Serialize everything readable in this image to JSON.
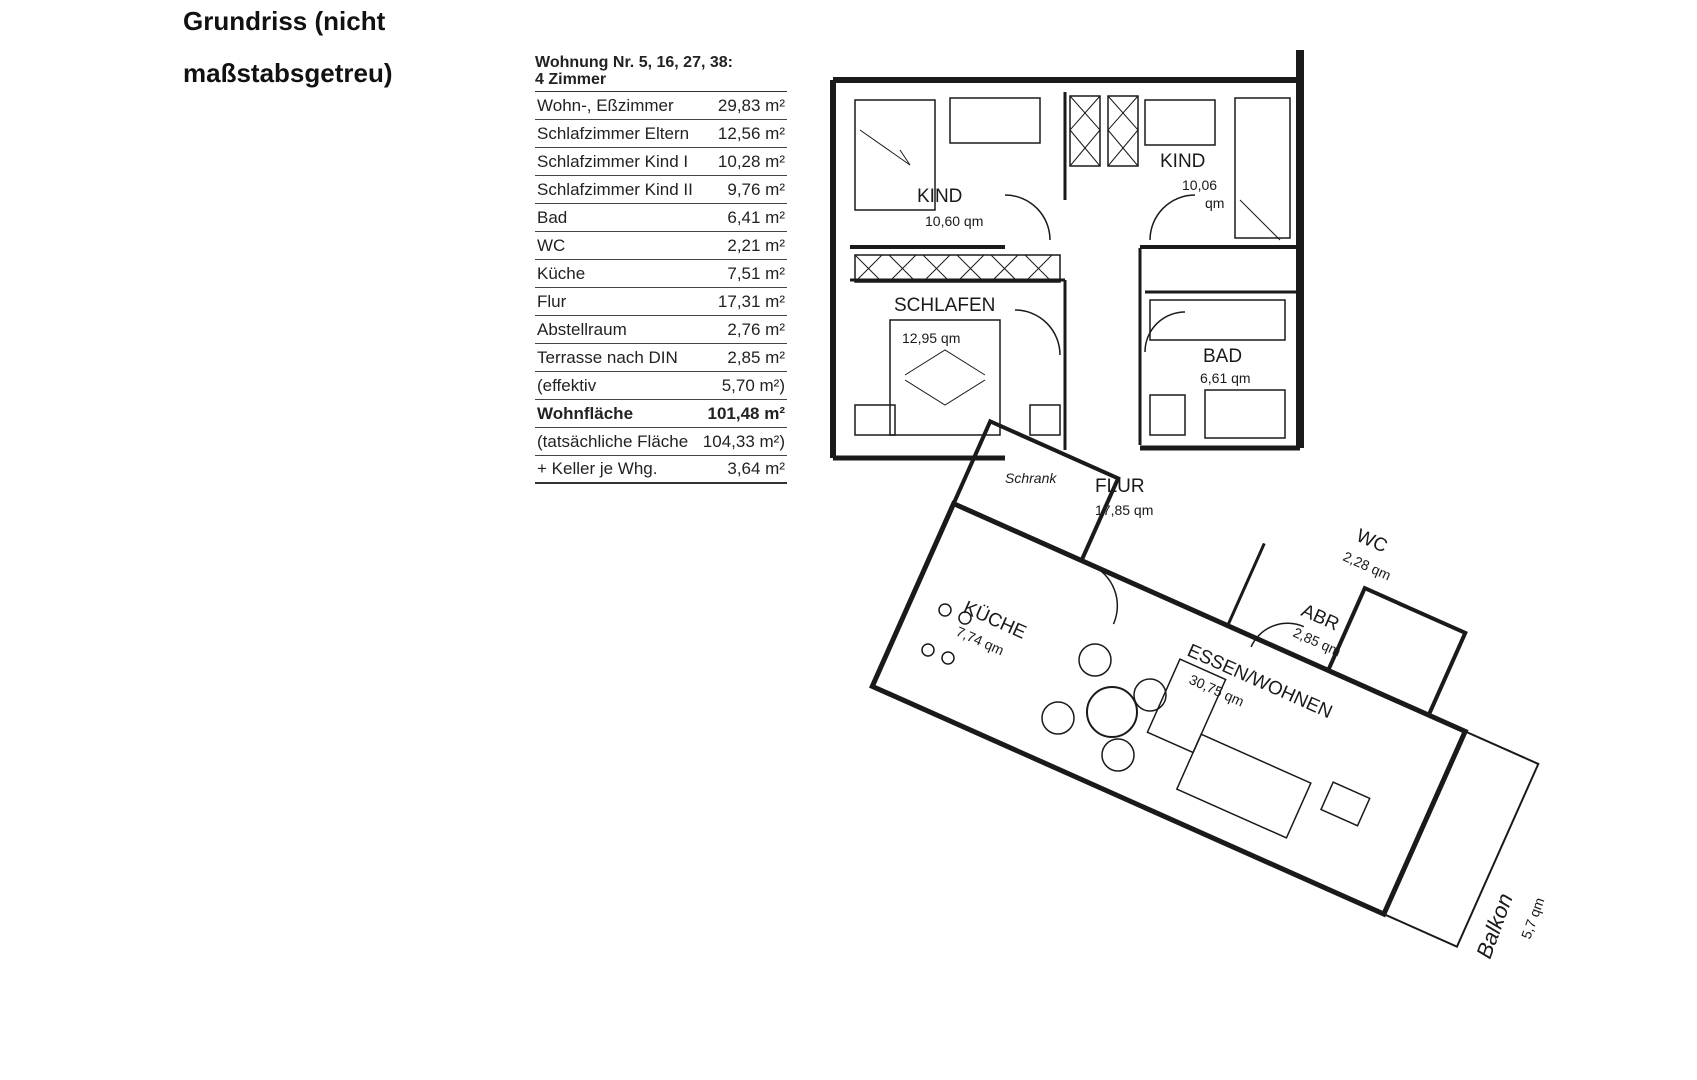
{
  "title_line1": "Grundriss (nicht",
  "title_line2": "maßstabsgetreu)",
  "table": {
    "heading_line1": "Wohnung Nr. 5, 16, 27, 38:",
    "heading_line2": "4 Zimmer",
    "rows": [
      {
        "label": "Wohn-, Eßzimmer",
        "value": "29,83 m²"
      },
      {
        "label": "Schlafzimmer Eltern",
        "value": "12,56 m²"
      },
      {
        "label": "Schlafzimmer Kind I",
        "value": "10,28 m²"
      },
      {
        "label": "Schlafzimmer Kind II",
        "value": "9,76 m²"
      },
      {
        "label": "Bad",
        "value": "6,41 m²"
      },
      {
        "label": "WC",
        "value": "2,21 m²"
      },
      {
        "label": "Küche",
        "value": "7,51 m²"
      },
      {
        "label": "Flur",
        "value": "17,31 m²"
      },
      {
        "label": "Abstellraum",
        "value": "2,76 m²"
      },
      {
        "label": "Terrasse nach DIN",
        "value": "2,85 m²"
      },
      {
        "label": "(effektiv",
        "value": "5,70 m²)"
      },
      {
        "label": "Wohnfläche",
        "value": "101,48 m²"
      },
      {
        "label": "(tatsächliche Fläche",
        "value": "104,33 m²)"
      },
      {
        "label": "+ Keller je Whg.",
        "value": "3,64 m²"
      }
    ]
  },
  "plan": {
    "kind1_name": "KIND",
    "kind1_area": "10,60 qm",
    "kind2_name": "KIND",
    "kind2_area_a": "10,06",
    "kind2_area_b": "qm",
    "schlafen_name": "SCHLAFEN",
    "schlafen_area": "12,95 qm",
    "bad_name": "BAD",
    "bad_area": "6,61 qm",
    "schrank": "Schrank",
    "flur_name": "FLUR",
    "flur_area": "17,85 qm",
    "kueche_name": "KÜCHE",
    "kueche_area": "7,74 qm",
    "wc_name": "WC",
    "wc_area": "2,28 qm",
    "abr_name": "ABR",
    "abr_area": "2,85 qm",
    "essen_name": "ESSEN/WOHNEN",
    "essen_area": "30,75 qm",
    "balkon_name": "Balkon",
    "balkon_area": "5,7 qm"
  }
}
